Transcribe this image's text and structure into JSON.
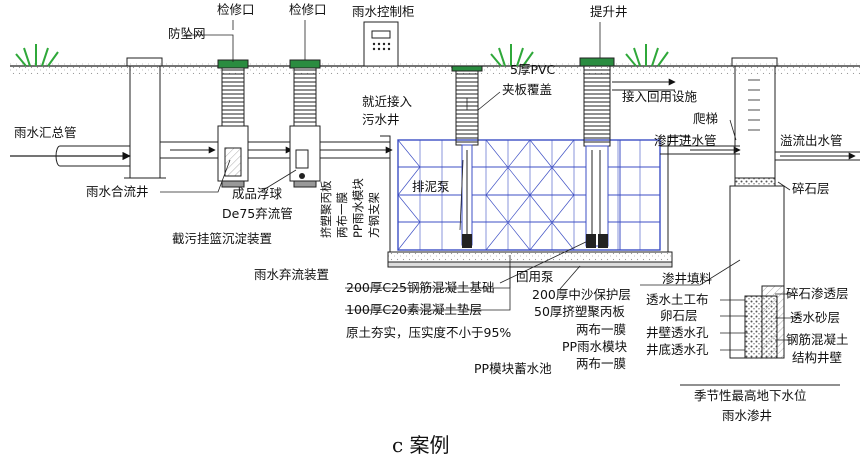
{
  "labels": {
    "fangzhuiwang": "防坠网",
    "jianxiukou_1": "检修口",
    "jianxiukou_2": "检修口",
    "kongzhigui": "雨水控制柜",
    "tishengjing": "提升井",
    "yushui_huizongguan": "雨水汇总管",
    "yushui_heliujing": "雨水合流井",
    "chengpin_fuqiu": "成品浮球",
    "de75_qiliuguan": "De75弃流管",
    "jiewu_gualan": "截污挂篮沉淀装置",
    "yushui_qiliu": "雨水弃流装置",
    "jiujin_jieru": "就近接入",
    "wushuijing": "污水井",
    "pvc_cover_1": "5厚PVC",
    "pvc_cover_2": "夹板覆盖",
    "jieru_huiyong": "接入回用设施",
    "pati": "爬梯",
    "shenjing_jinshuiguan": "渗井进水管",
    "yiliu_chushuiguan": "溢流出水管",
    "suishi_ceng": "碎石层",
    "paini_beng": "排泥泵",
    "huiyong_beng": "回用泵",
    "shenjing_tianliao": "渗井填料",
    "vert_1": "挤塑聚丙板",
    "vert_2": "两布一膜",
    "vert_3": "PP雨水模块",
    "vert_4": "方钢支架",
    "c25_jichu": "200厚C25钢筋混凝土基础",
    "c20_dianceng": "100厚C20素混凝土垫层",
    "yuantu_hangshi": "原土夯实，压实度不小于95%",
    "zhongsha_baohu": "200厚中沙保护层",
    "jisu_bingban": "50厚挤塑聚丙板",
    "liangbu_yimo_1": "两布一膜",
    "pp_mokuai": "PP雨水模块",
    "liangbu_yimo_2": "两布一膜",
    "pp_xushuichi": "PP模块蓄水池",
    "toushuitu_gongbu": "透水土工布",
    "luanshi_ceng": "卵石层",
    "jingbi_toushuikong": "井壁透水孔",
    "jingdi_toushuikong": "井底透水孔",
    "suishi_shentouceng": "碎石渗透层",
    "toushui_shaceng": "透水砂层",
    "gangjin_hunningtu": "钢筋混凝土",
    "jiegou_jingbi": "结构井壁",
    "jijie_dixiashui": "季节性最高地下水位",
    "yushui_shenjing": "雨水渗井"
  },
  "caption": "c 案例",
  "colors": {
    "line": "#222222",
    "module_blue": "#3d4fc4",
    "grass": "#2fa83a",
    "gravel": "#888888"
  }
}
